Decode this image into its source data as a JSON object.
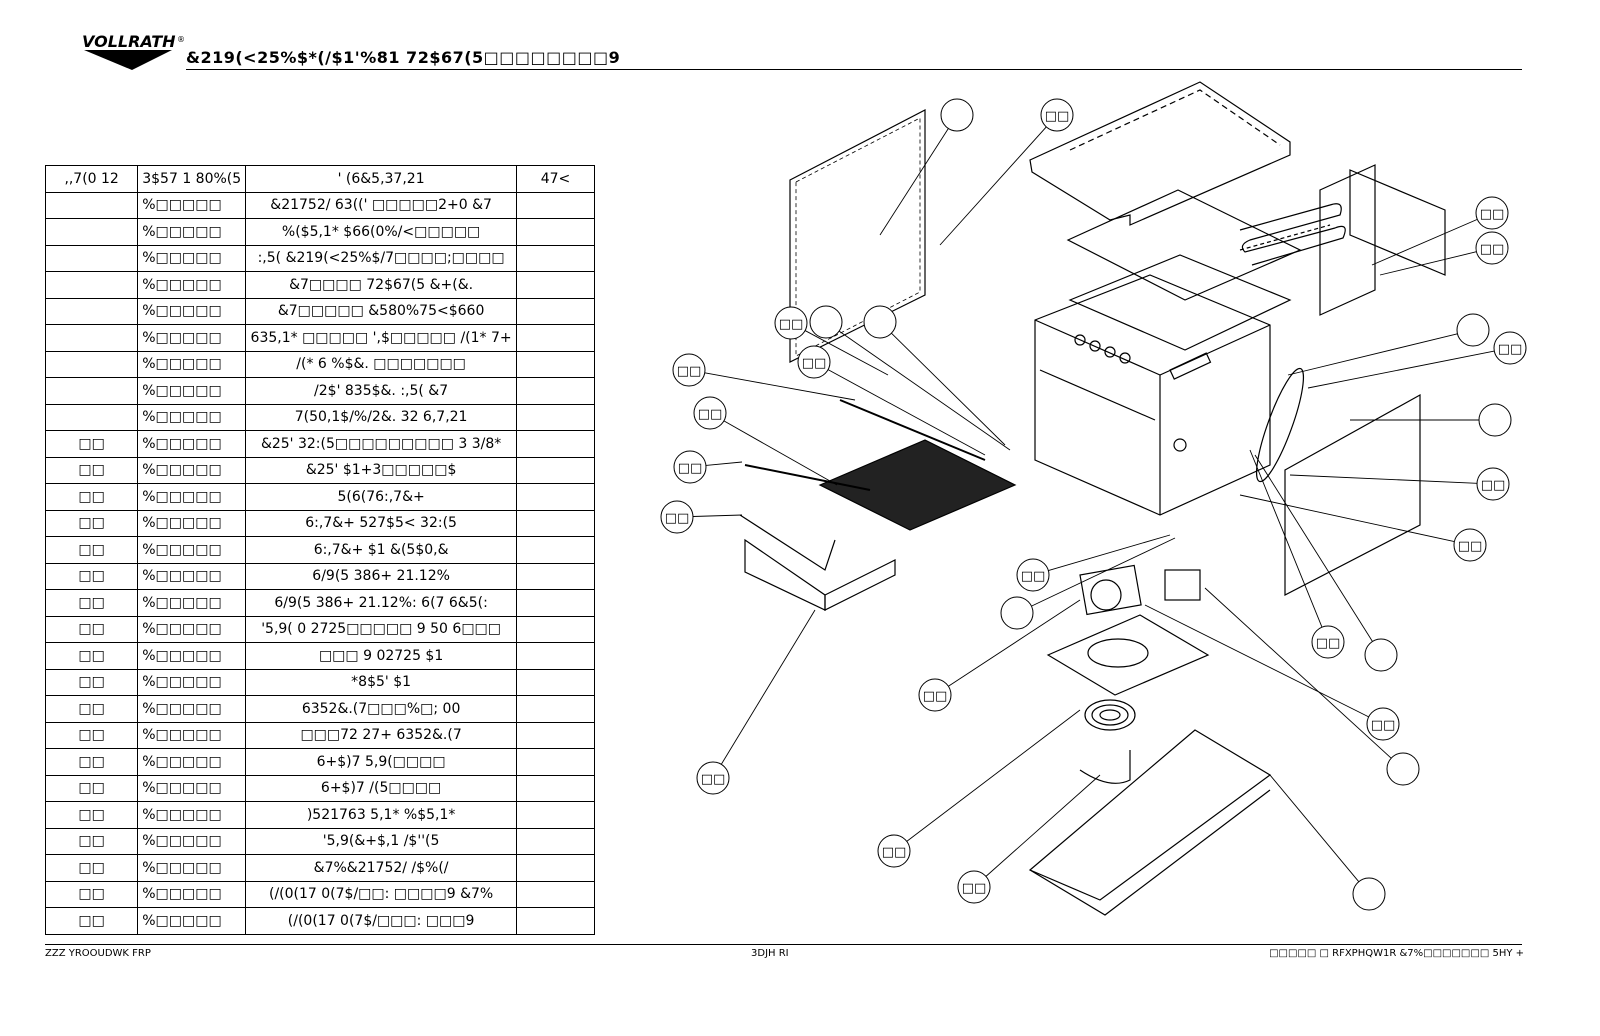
{
  "header": {
    "logo_text": "VOLLRATH",
    "registered_mark": "®",
    "title": "&219(<25%$*(/$1'%81 72$67(5□□□□□□□□9"
  },
  "table": {
    "headers": [
      "‚,7(0 12",
      "3$57 1 80%(5",
      "' (6&5,37,21",
      "47<"
    ],
    "rows": [
      {
        "item": "",
        "part": "%□□□□□",
        "desc": "&21752/ 63((' □□□□□2+0 &7",
        "qty": ""
      },
      {
        "item": "",
        "part": "%□□□□□",
        "desc": "%($5,1* $66(0%/<□□□□□",
        "qty": ""
      },
      {
        "item": "",
        "part": "%□□□□□",
        "desc": ":,5( &219(<25%$/7□□□□;□□□□",
        "qty": ""
      },
      {
        "item": "",
        "part": "%□□□□□",
        "desc": "&7□□□□ 72$67(5 &+(&.",
        "qty": ""
      },
      {
        "item": "",
        "part": "%□□□□□",
        "desc": "&7□□□□□ &580%75<$660",
        "qty": ""
      },
      {
        "item": "",
        "part": "%□□□□□",
        "desc": "635,1* □□□□□ ',$□□□□□ /(1* 7+",
        "qty": ""
      },
      {
        "item": "",
        "part": "%□□□□□",
        "desc": "/(* 6 %$&. □□□□□□□",
        "qty": ""
      },
      {
        "item": "",
        "part": "%□□□□□",
        "desc": "/2$' 835$&. :,5( &7",
        "qty": ""
      },
      {
        "item": "",
        "part": "%□□□□□",
        "desc": "7(50,1$/%/2&. 32 6,7,21",
        "qty": ""
      },
      {
        "item": "□□",
        "part": "%□□□□□",
        "desc": "&25' 32:(5□□□□□□□□□ 3 3/8*",
        "qty": ""
      },
      {
        "item": "□□",
        "part": "%□□□□□",
        "desc": "&25' $1+3□□□□□$",
        "qty": ""
      },
      {
        "item": "□□",
        "part": "%□□□□□",
        "desc": "5(6(76:,7&+",
        "qty": ""
      },
      {
        "item": "□□",
        "part": "%□□□□□",
        "desc": "6:,7&+ 527$5< 32:(5",
        "qty": ""
      },
      {
        "item": "□□",
        "part": "%□□□□□",
        "desc": "6:,7&+ $1 &(5$0,&",
        "qty": ""
      },
      {
        "item": "□□",
        "part": "%□□□□□",
        "desc": "6/9(5 386+ 21.12%",
        "qty": ""
      },
      {
        "item": "□□",
        "part": "%□□□□□",
        "desc": "6/9(5 386+ 21.12%: 6(7 6&5(:",
        "qty": ""
      },
      {
        "item": "□□",
        "part": "%□□□□□",
        "desc": "'5,9( 0 2725□□□□□ 9 50 6□□□",
        "qty": ""
      },
      {
        "item": "□□",
        "part": "%□□□□□",
        "desc": "□□□ 9 02725 $1",
        "qty": ""
      },
      {
        "item": "□□",
        "part": "%□□□□□",
        "desc": "*8$5' $1",
        "qty": ""
      },
      {
        "item": "□□",
        "part": "%□□□□□",
        "desc": "6352&.(7□□□%□; 00",
        "qty": ""
      },
      {
        "item": "□□",
        "part": "%□□□□□",
        "desc": "□□□72 27+ 6352&.(7",
        "qty": ""
      },
      {
        "item": "□□",
        "part": "%□□□□□",
        "desc": "6+$)7 5,9(□□□□",
        "qty": ""
      },
      {
        "item": "□□",
        "part": "%□□□□□",
        "desc": "6+$)7 /(5□□□□",
        "qty": ""
      },
      {
        "item": "□□",
        "part": "%□□□□□",
        "desc": ")521763 5,1* %$5,1*",
        "qty": ""
      },
      {
        "item": "□□",
        "part": "%□□□□□",
        "desc": "'5,9(&+$,1 /$''(5",
        "qty": ""
      },
      {
        "item": "□□",
        "part": "%□□□□□",
        "desc": "&7%&21752/ /$%(/",
        "qty": ""
      },
      {
        "item": "□□",
        "part": "%□□□□□",
        "desc": "(/(0(17 0(7$/□□: □□□□9 &7%",
        "qty": ""
      },
      {
        "item": "□□",
        "part": "%□□□□□",
        "desc": "(/(0(17 0(7$/□□□: □□□9",
        "qty": ""
      }
    ]
  },
  "callouts": [
    {
      "label": ""
    },
    {
      "label": "□□"
    },
    {
      "label": "□□"
    },
    {
      "label": "□□"
    },
    {
      "label": "□□"
    },
    {
      "label": ""
    },
    {
      "label": ""
    },
    {
      "label": "□□"
    },
    {
      "label": "□□"
    },
    {
      "label": "□□"
    },
    {
      "label": "□□"
    },
    {
      "label": "□□"
    },
    {
      "label": ""
    },
    {
      "label": "□□"
    },
    {
      "label": ""
    },
    {
      "label": "□□"
    },
    {
      "label": "□□"
    },
    {
      "label": "□□"
    },
    {
      "label": ""
    },
    {
      "label": "□□"
    },
    {
      "label": ""
    },
    {
      "label": "□□"
    },
    {
      "label": "□□"
    },
    {
      "label": ""
    },
    {
      "label": "□□"
    },
    {
      "label": "□□"
    },
    {
      "label": "□□"
    },
    {
      "label": ""
    }
  ],
  "footer": {
    "left": "ZZZ YROOUDWK FRP",
    "center": "3DJH RI",
    "right": "□□□□□ □ RFXPHQW1R &7%□□□□□□□ 5HY +"
  }
}
